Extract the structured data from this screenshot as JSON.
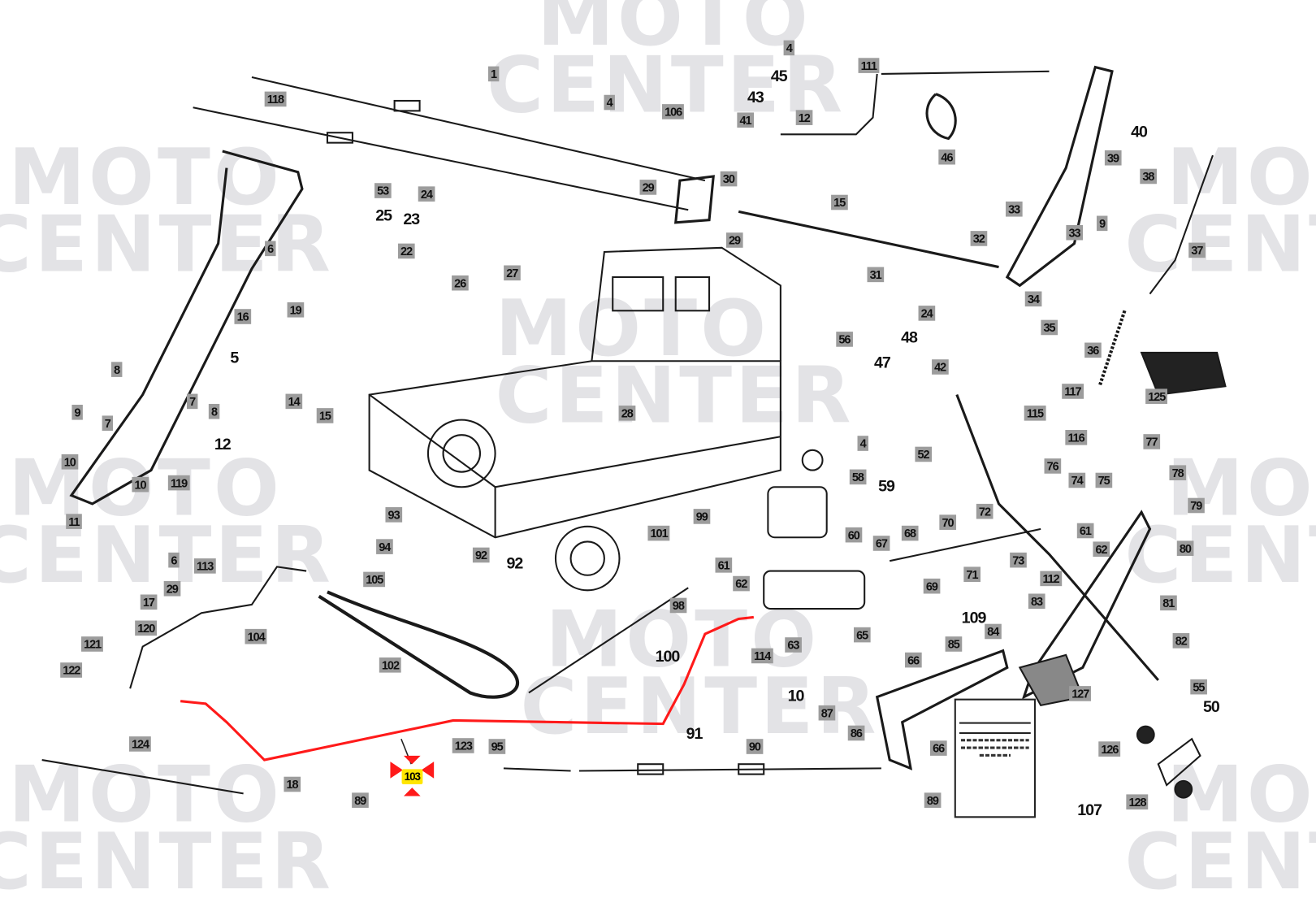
{
  "watermark": {
    "line1": "MOTO",
    "line2": "CENTER"
  },
  "selected_part": "103",
  "colors": {
    "highlight": "#ff1a1a",
    "selected_label": "#ffe600",
    "label_bg": "#9c9c9c"
  },
  "labels": [
    "1",
    "118",
    "4",
    "106",
    "4",
    "111",
    "45",
    "43",
    "41",
    "12",
    "46",
    "40",
    "39",
    "38",
    "53",
    "25",
    "23",
    "24",
    "6",
    "22",
    "29",
    "30",
    "29",
    "15",
    "33",
    "33",
    "9",
    "32",
    "31",
    "37",
    "27",
    "26",
    "16",
    "19",
    "34",
    "35",
    "36",
    "5",
    "8",
    "9",
    "7",
    "7",
    "8",
    "14",
    "15",
    "56",
    "24",
    "48",
    "42",
    "47",
    "28",
    "115",
    "117",
    "116",
    "125",
    "12",
    "10",
    "10",
    "119",
    "11",
    "4",
    "52",
    "77",
    "58",
    "59",
    "76",
    "74",
    "75",
    "78",
    "99",
    "101",
    "93",
    "94",
    "92",
    "92",
    "6",
    "113",
    "105",
    "72",
    "79",
    "60",
    "67",
    "68",
    "70",
    "61",
    "62",
    "80",
    "17",
    "29",
    "61",
    "62",
    "69",
    "71",
    "73",
    "112",
    "81",
    "98",
    "120",
    "104",
    "83",
    "122",
    "121",
    "114",
    "63",
    "109",
    "84",
    "65",
    "66",
    "85",
    "100",
    "82",
    "102",
    "127",
    "55",
    "10",
    "87",
    "50",
    "86",
    "126",
    "91",
    "90",
    "124",
    "123",
    "95",
    "66",
    "103",
    "18",
    "89",
    "89",
    "128",
    "107"
  ]
}
